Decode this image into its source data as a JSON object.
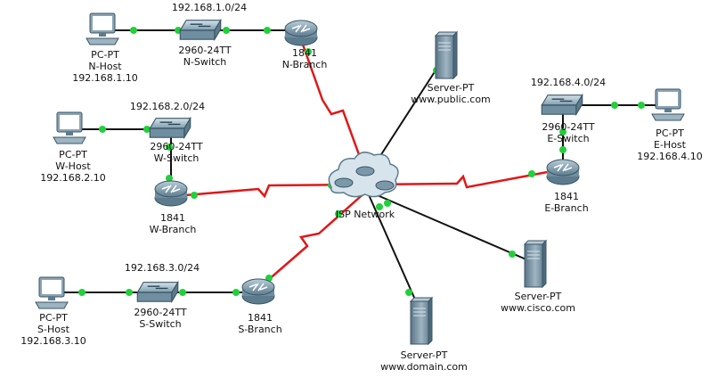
{
  "colors": {
    "wan_link": "#e01818",
    "lan_link": "#111111",
    "port_dot": "#22d03a"
  },
  "nodes": {
    "n_host": {
      "type": "PC-PT",
      "name": "N-Host",
      "ip": "192.168.1.10"
    },
    "n_switch": {
      "type": "2960-24TT",
      "name": "N-Switch"
    },
    "n_branch": {
      "type": "1841",
      "name": "N-Branch"
    },
    "w_host": {
      "type": "PC-PT",
      "name": "W-Host",
      "ip": "192.168.2.10"
    },
    "w_switch": {
      "type": "2960-24TT",
      "name": "W-Switch"
    },
    "w_branch": {
      "type": "1841",
      "name": "W-Branch"
    },
    "s_host": {
      "type": "PC-PT",
      "name": "S-Host",
      "ip": "192.168.3.10"
    },
    "s_switch": {
      "type": "2960-24TT",
      "name": "S-Switch"
    },
    "s_branch": {
      "type": "1841",
      "name": "S-Branch"
    },
    "e_host": {
      "type": "PC-PT",
      "name": "E-Host",
      "ip": "192.168.4.10"
    },
    "e_switch": {
      "type": "2960-24TT",
      "name": "E-Switch"
    },
    "e_branch": {
      "type": "1841",
      "name": "E-Branch"
    },
    "isp": {
      "name": "ISP Network"
    },
    "srv_public": {
      "type": "Server-PT",
      "name": "www.public.com"
    },
    "srv_cisco": {
      "type": "Server-PT",
      "name": "www.cisco.com"
    },
    "srv_domain": {
      "type": "Server-PT",
      "name": "www.domain.com"
    }
  },
  "networks": {
    "n_net": "192.168.1.0/24",
    "w_net": "192.168.2.0/24",
    "s_net": "192.168.3.0/24",
    "e_net": "192.168.4.0/24"
  }
}
